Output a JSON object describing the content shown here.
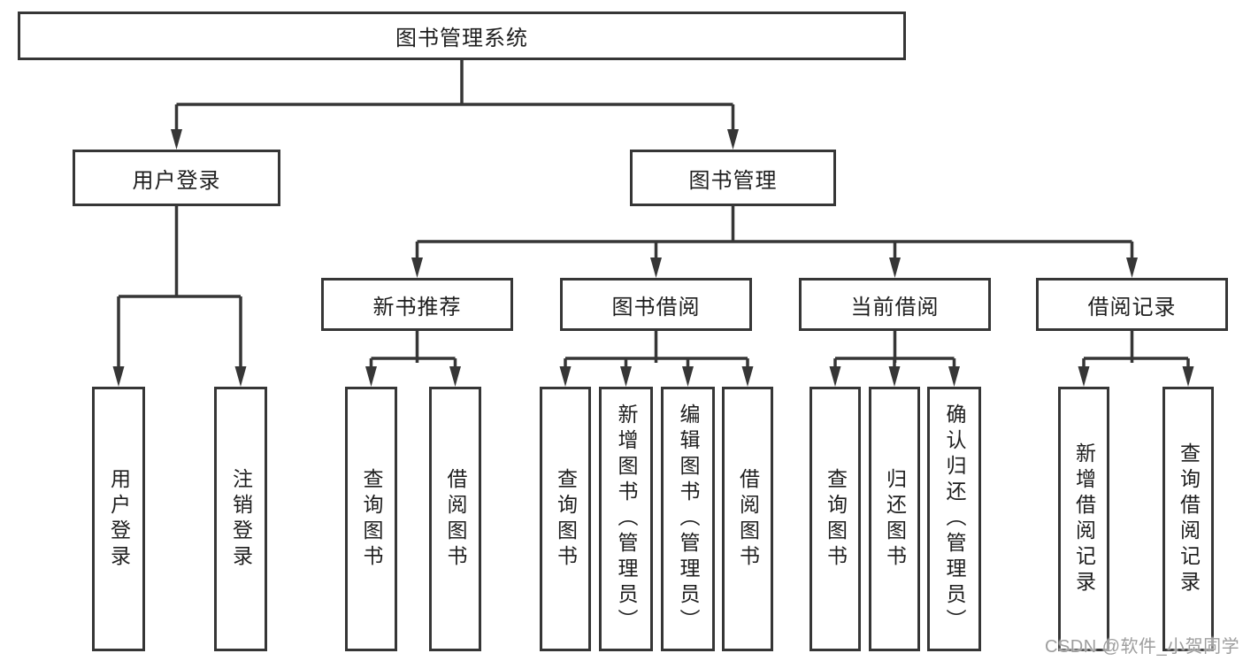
{
  "diagram": {
    "title": "图书管理系统",
    "type": "hierarchy-tree",
    "nodes": {
      "root": {
        "label": "图书管理系统"
      },
      "user_login": {
        "label": "用户登录"
      },
      "book_mgmt": {
        "label": "图书管理"
      },
      "new_books": {
        "label": "新书推荐"
      },
      "book_borrow": {
        "label": "图书借阅"
      },
      "current_borrow": {
        "label": "当前借阅"
      },
      "borrow_records": {
        "label": "借阅记录"
      },
      "leaf_user_login": {
        "label": "用户登录"
      },
      "leaf_logout": {
        "label": "注销登录"
      },
      "nb_query_books": {
        "label": "查询图书"
      },
      "nb_borrow_books": {
        "label": "借阅图书"
      },
      "bb_query_books": {
        "label": "查询图书"
      },
      "bb_add_books": {
        "label": "新增图书（管理员）"
      },
      "bb_edit_books": {
        "label": "编辑图书（管理员）"
      },
      "bb_borrow_books": {
        "label": "借阅图书"
      },
      "cb_query_books": {
        "label": "查询图书"
      },
      "cb_return_books": {
        "label": "归还图书"
      },
      "cb_confirm_return": {
        "label": "确认归还（管理员）"
      },
      "br_add_record": {
        "label": "新增借阅记录"
      },
      "br_query_record": {
        "label": "查询借阅记录"
      }
    },
    "structure": [
      {
        "parent": "图书管理系统",
        "children": [
          "用户登录",
          "图书管理"
        ]
      },
      {
        "parent": "用户登录",
        "children": [
          "用户登录",
          "注销登录"
        ]
      },
      {
        "parent": "图书管理",
        "children": [
          "新书推荐",
          "图书借阅",
          "当前借阅",
          "借阅记录"
        ]
      },
      {
        "parent": "新书推荐",
        "children": [
          "查询图书",
          "借阅图书"
        ]
      },
      {
        "parent": "图书借阅",
        "children": [
          "查询图书",
          "新增图书（管理员）",
          "编辑图书（管理员）",
          "借阅图书"
        ]
      },
      {
        "parent": "当前借阅",
        "children": [
          "查询图书",
          "归还图书",
          "确认归还（管理员）"
        ]
      },
      {
        "parent": "借阅记录",
        "children": [
          "新增借阅记录",
          "查询借阅记录"
        ]
      }
    ],
    "colors": {
      "line": "#363636",
      "box_border": "#363636",
      "text": "#1e1e1e",
      "background": "#ffffff",
      "watermark": "#9e9e9e"
    }
  },
  "watermark": {
    "text": "CSDN @软件_小贺同学"
  }
}
